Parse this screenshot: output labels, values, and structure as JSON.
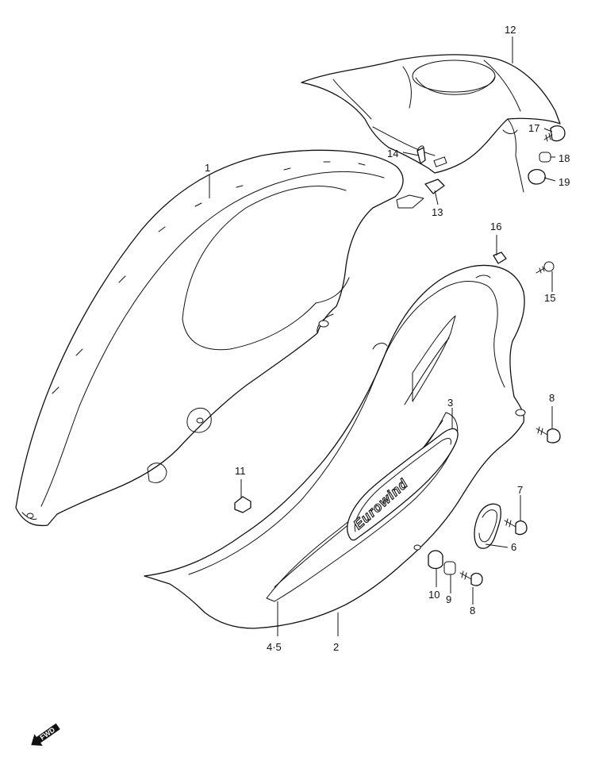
{
  "emblem": {
    "text": "Eurowind"
  },
  "direction_arrow": {
    "label": "FWD"
  },
  "callouts": [
    {
      "id": "1",
      "label": "1"
    },
    {
      "id": "2",
      "label": "2"
    },
    {
      "id": "3",
      "label": "3"
    },
    {
      "id": "4-5",
      "label": "4·5"
    },
    {
      "id": "6",
      "label": "6"
    },
    {
      "id": "7",
      "label": "7"
    },
    {
      "id": "8-upper",
      "label": "8"
    },
    {
      "id": "8-lower",
      "label": "8"
    },
    {
      "id": "9",
      "label": "9"
    },
    {
      "id": "10",
      "label": "10"
    },
    {
      "id": "11",
      "label": "11"
    },
    {
      "id": "12",
      "label": "12"
    },
    {
      "id": "13",
      "label": "13"
    },
    {
      "id": "14",
      "label": "14"
    },
    {
      "id": "15",
      "label": "15"
    },
    {
      "id": "16",
      "label": "16"
    },
    {
      "id": "17",
      "label": "17"
    },
    {
      "id": "18",
      "label": "18"
    },
    {
      "id": "19",
      "label": "19"
    }
  ]
}
